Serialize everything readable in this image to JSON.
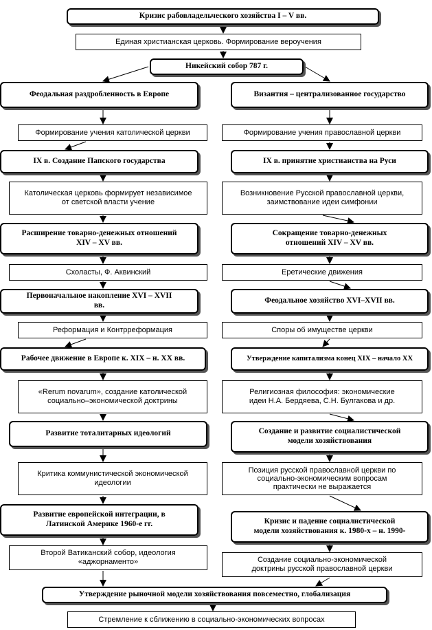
{
  "title": "Кризис рабовладельческого хозяйства I – V вв.",
  "top_chain": [
    "Единая христианская церковь. Формирование вероучения",
    "Никейский собор 787 г."
  ],
  "left_column": [
    "Феодальная раздробленность в Европе",
    "Формирование учения католической церкви",
    "IX в. Создание Папского государства",
    "Католическая церковь формирует независимое\nот светской власти учение",
    "Расширение товарно-денежных отношений\nXIV – XV вв.",
    "Схоласты, Ф. Аквинский",
    "Первоначальное накопление XVI – XVII\nвв.",
    "Реформация и Контрреформация",
    "Рабочее движение в Европе к. XIX – н. XX вв.",
    "«Rerum novarum», создание католической\nсоциально–экономической доктрины",
    "Развитие тоталитарных идеологий",
    "Критика коммунистической экономической\nидеологии",
    "Развитие европейской интеграции, в\nЛатинской Америке 1960-е гг.",
    "Второй Ватиканский собор, идеология\n«аджорнаменто»"
  ],
  "right_column": [
    "Византия – централизованное государство",
    "Формирование учения православной церкви",
    "IX в. принятие христианства на Руси",
    "Возникновение Русской православной церкви,\nзаимствование идеи симфонии",
    "Сокращение товарно-денежных\nотношений XIV – XV вв.",
    "Еретические движения",
    "Феодальное хозяйство XVI–XVII вв.",
    "Споры об имуществе церкви",
    "Утверждение капитализма конец XIX – начало XX",
    "Религиозная философия: экономические\nидеи Н.А. Бердяева, С.Н. Булгакова и др.",
    "Создание и развитие социалистической\nмодели хозяйствования",
    "Позиция русской православной церкви по\nсоциально-экономическим вопросам\nпрактически не выражается",
    "Кризис и падение социалистической\nмодели хозяйствования к. 1980-х – н. 1990-",
    "Создание социально-экономической\nдоктрины русской православной церкви"
  ],
  "bottom_chain": [
    "Утверждение рыночной модели хозяйствования повсеместно, глобализация",
    "Стремление к сближению в социально-экономических вопросах"
  ],
  "colors": {
    "border": "#000000",
    "shadow": "#555555",
    "background": "#ffffff"
  }
}
